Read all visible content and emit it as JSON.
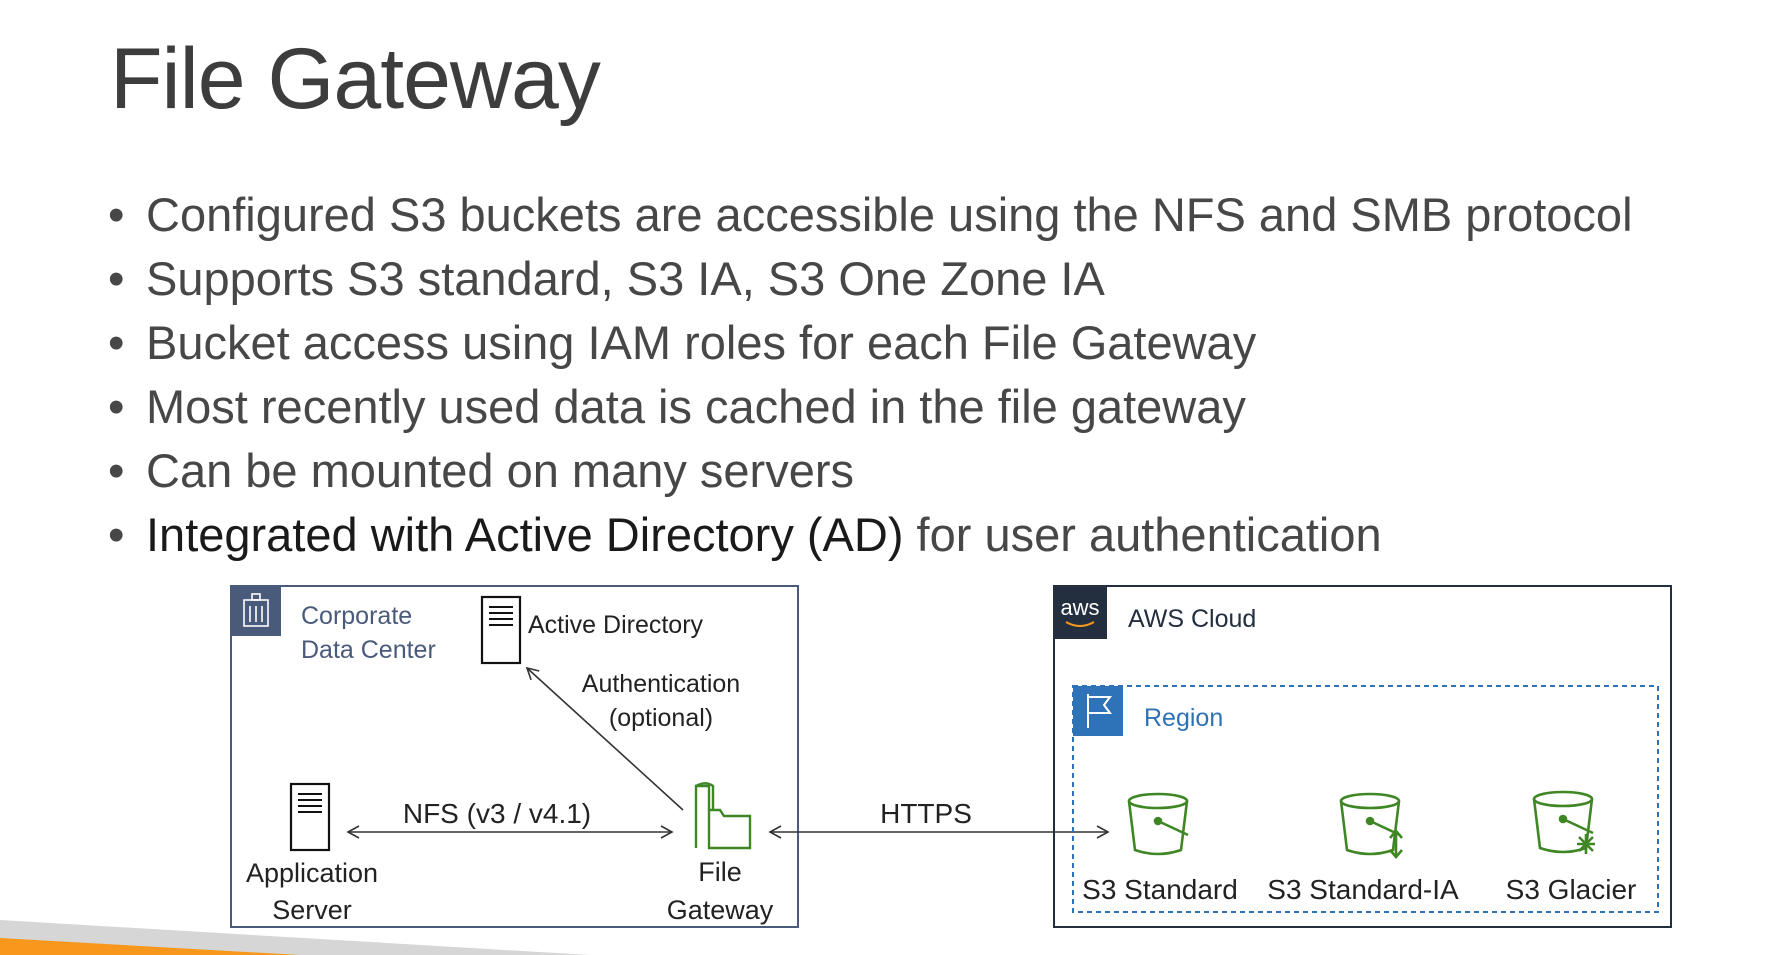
{
  "title": "File Gateway",
  "bullets": [
    "Configured S3 buckets are accessible using the NFS and SMB protocol",
    "Supports S3 standard, S3 IA, S3 One Zone IA",
    "Bucket access using IAM roles for each File Gateway",
    "Most recently used data is cached in the file gateway",
    "Can be mounted on many servers"
  ],
  "last_bullet": {
    "strong": "Integrated with Active Directory (AD)",
    "rest": " for user authentication"
  },
  "diagram": {
    "corporate": {
      "line1": "Corporate",
      "line2": "Data Center"
    },
    "active_directory": "Active Directory",
    "auth": {
      "line1": "Authentication",
      "line2": "(optional)"
    },
    "nfs": "NFS (v3 / v4.1)",
    "app_server": {
      "line1": "Application",
      "line2": "Server"
    },
    "file_gateway": {
      "line1": "File",
      "line2": "Gateway"
    },
    "https": "HTTPS",
    "aws_logo": "aws",
    "aws_cloud": "AWS Cloud",
    "region": "Region",
    "s3_standard": "S3 Standard",
    "s3_standard_ia": "S3 Standard-IA",
    "s3_glacier": "S3 Glacier"
  },
  "colors": {
    "corporate_header": "#4a5a7a",
    "region_header": "#2e73b8",
    "s3_green": "#3f8624",
    "orange_band": "#f7981d",
    "grey_band": "#d6d6d6"
  }
}
